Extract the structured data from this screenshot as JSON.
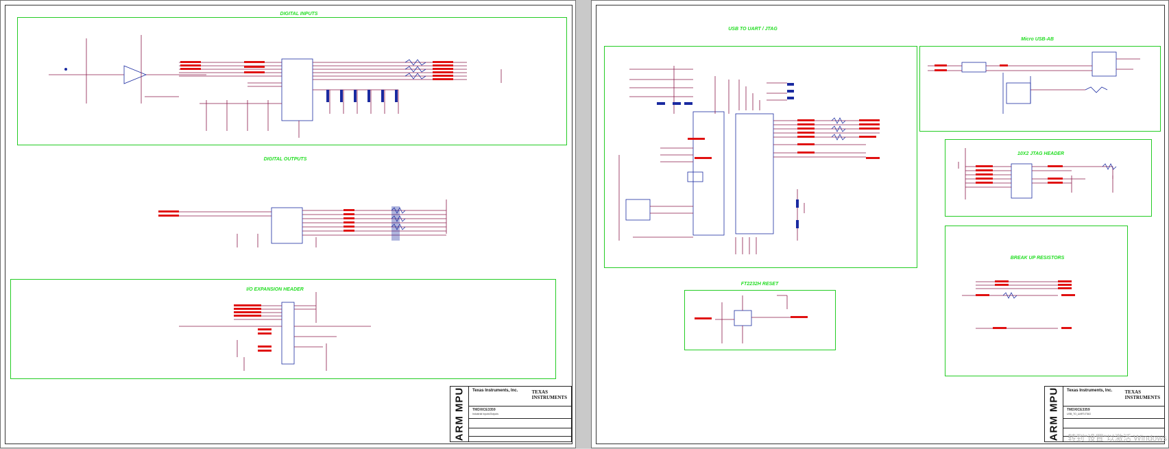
{
  "left_sheet": {
    "groups": {
      "digital_inputs": "DIGITAL INPUTS",
      "digital_outputs": "DIGITAL OUTPUTS",
      "io_expansion": "I/O EXPANSION HEADER"
    },
    "title_block": {
      "side_text": "ARM MPU",
      "company": "Texas Instruments, Inc.",
      "logo_line1": "TEXAS",
      "logo_line2": "INSTRUMENTS",
      "board": "TMDXICE3359",
      "sheet_title": "Industrial Inputs/Outputs"
    }
  },
  "right_sheet": {
    "groups": {
      "usb_uart_jtag": "USB TO UART / JTAG",
      "micro_usb": "Micro USB-AB",
      "jtag_header": "10X2 JTAG HEADER",
      "ft2232_reset": "FT2232H RESET",
      "breakup_resistors": "BREAK UP RESISTORS"
    },
    "title_block": {
      "side_text": "ARM MPU",
      "company": "Texas Instruments, Inc.",
      "logo_line1": "TEXAS",
      "logo_line2": "INSTRUMENTS",
      "board": "TMDXICE3359",
      "sheet_title": "USB_TO_UART/JTAG"
    }
  },
  "overlay": {
    "watermark": "转到\"设置\"以激活 Windows"
  },
  "colors": {
    "wire": "#8b1a4a",
    "net_label": "#e01010",
    "component": "#1a2aa0",
    "group_box": "#22cc22"
  }
}
